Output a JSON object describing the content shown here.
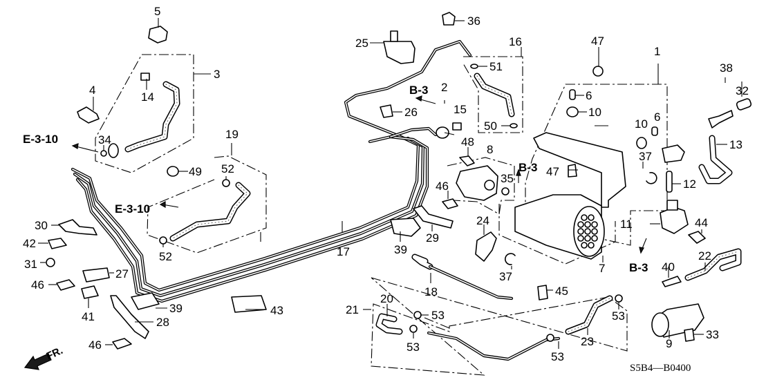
{
  "diagram": {
    "code": "S5B4—B0400",
    "front_indicator": "FR.",
    "references": [
      {
        "id": "ref-e310-upper",
        "label": "E-3-10"
      },
      {
        "id": "ref-e310-lower",
        "label": "E-3-10"
      },
      {
        "id": "ref-b3-upper",
        "label": "B-3"
      },
      {
        "id": "ref-b3-middle",
        "label": "B-3"
      },
      {
        "id": "ref-b3-lower",
        "label": "B-3"
      }
    ],
    "callouts": [
      {
        "id": "c1",
        "label": "1"
      },
      {
        "id": "c2",
        "label": "2"
      },
      {
        "id": "c3",
        "label": "3"
      },
      {
        "id": "c4",
        "label": "4"
      },
      {
        "id": "c5",
        "label": "5"
      },
      {
        "id": "c6a",
        "label": "6"
      },
      {
        "id": "c6b",
        "label": "6"
      },
      {
        "id": "c7",
        "label": "7"
      },
      {
        "id": "c8",
        "label": "8"
      },
      {
        "id": "c9",
        "label": "9"
      },
      {
        "id": "c10a",
        "label": "10"
      },
      {
        "id": "c10b",
        "label": "10"
      },
      {
        "id": "c11",
        "label": "11"
      },
      {
        "id": "c12",
        "label": "12"
      },
      {
        "id": "c13",
        "label": "13"
      },
      {
        "id": "c14",
        "label": "14"
      },
      {
        "id": "c15",
        "label": "15"
      },
      {
        "id": "c16",
        "label": "16"
      },
      {
        "id": "c17",
        "label": "17"
      },
      {
        "id": "c18",
        "label": "18"
      },
      {
        "id": "c19",
        "label": "19"
      },
      {
        "id": "c20",
        "label": "20"
      },
      {
        "id": "c21",
        "label": "21"
      },
      {
        "id": "c22",
        "label": "22"
      },
      {
        "id": "c23",
        "label": "23"
      },
      {
        "id": "c24",
        "label": "24"
      },
      {
        "id": "c25",
        "label": "25"
      },
      {
        "id": "c26",
        "label": "26"
      },
      {
        "id": "c27",
        "label": "27"
      },
      {
        "id": "c28",
        "label": "28"
      },
      {
        "id": "c29",
        "label": "29"
      },
      {
        "id": "c30",
        "label": "30"
      },
      {
        "id": "c31",
        "label": "31"
      },
      {
        "id": "c32",
        "label": "32"
      },
      {
        "id": "c33",
        "label": "33"
      },
      {
        "id": "c34",
        "label": "34"
      },
      {
        "id": "c35",
        "label": "35"
      },
      {
        "id": "c36",
        "label": "36"
      },
      {
        "id": "c37a",
        "label": "37"
      },
      {
        "id": "c37b",
        "label": "37"
      },
      {
        "id": "c38",
        "label": "38"
      },
      {
        "id": "c39a",
        "label": "39"
      },
      {
        "id": "c39b",
        "label": "39"
      },
      {
        "id": "c40",
        "label": "40"
      },
      {
        "id": "c41",
        "label": "41"
      },
      {
        "id": "c42",
        "label": "42"
      },
      {
        "id": "c43",
        "label": "43"
      },
      {
        "id": "c44",
        "label": "44"
      },
      {
        "id": "c45",
        "label": "45"
      },
      {
        "id": "c46a",
        "label": "46"
      },
      {
        "id": "c46b",
        "label": "46"
      },
      {
        "id": "c46c",
        "label": "46"
      },
      {
        "id": "c47a",
        "label": "47"
      },
      {
        "id": "c47b",
        "label": "47"
      },
      {
        "id": "c48",
        "label": "48"
      },
      {
        "id": "c49",
        "label": "49"
      },
      {
        "id": "c50",
        "label": "50"
      },
      {
        "id": "c51",
        "label": "51"
      },
      {
        "id": "c52a",
        "label": "52"
      },
      {
        "id": "c52b",
        "label": "52"
      },
      {
        "id": "c53a",
        "label": "53"
      },
      {
        "id": "c53b",
        "label": "53"
      },
      {
        "id": "c53c",
        "label": "53"
      },
      {
        "id": "c53d",
        "label": "53"
      }
    ]
  }
}
